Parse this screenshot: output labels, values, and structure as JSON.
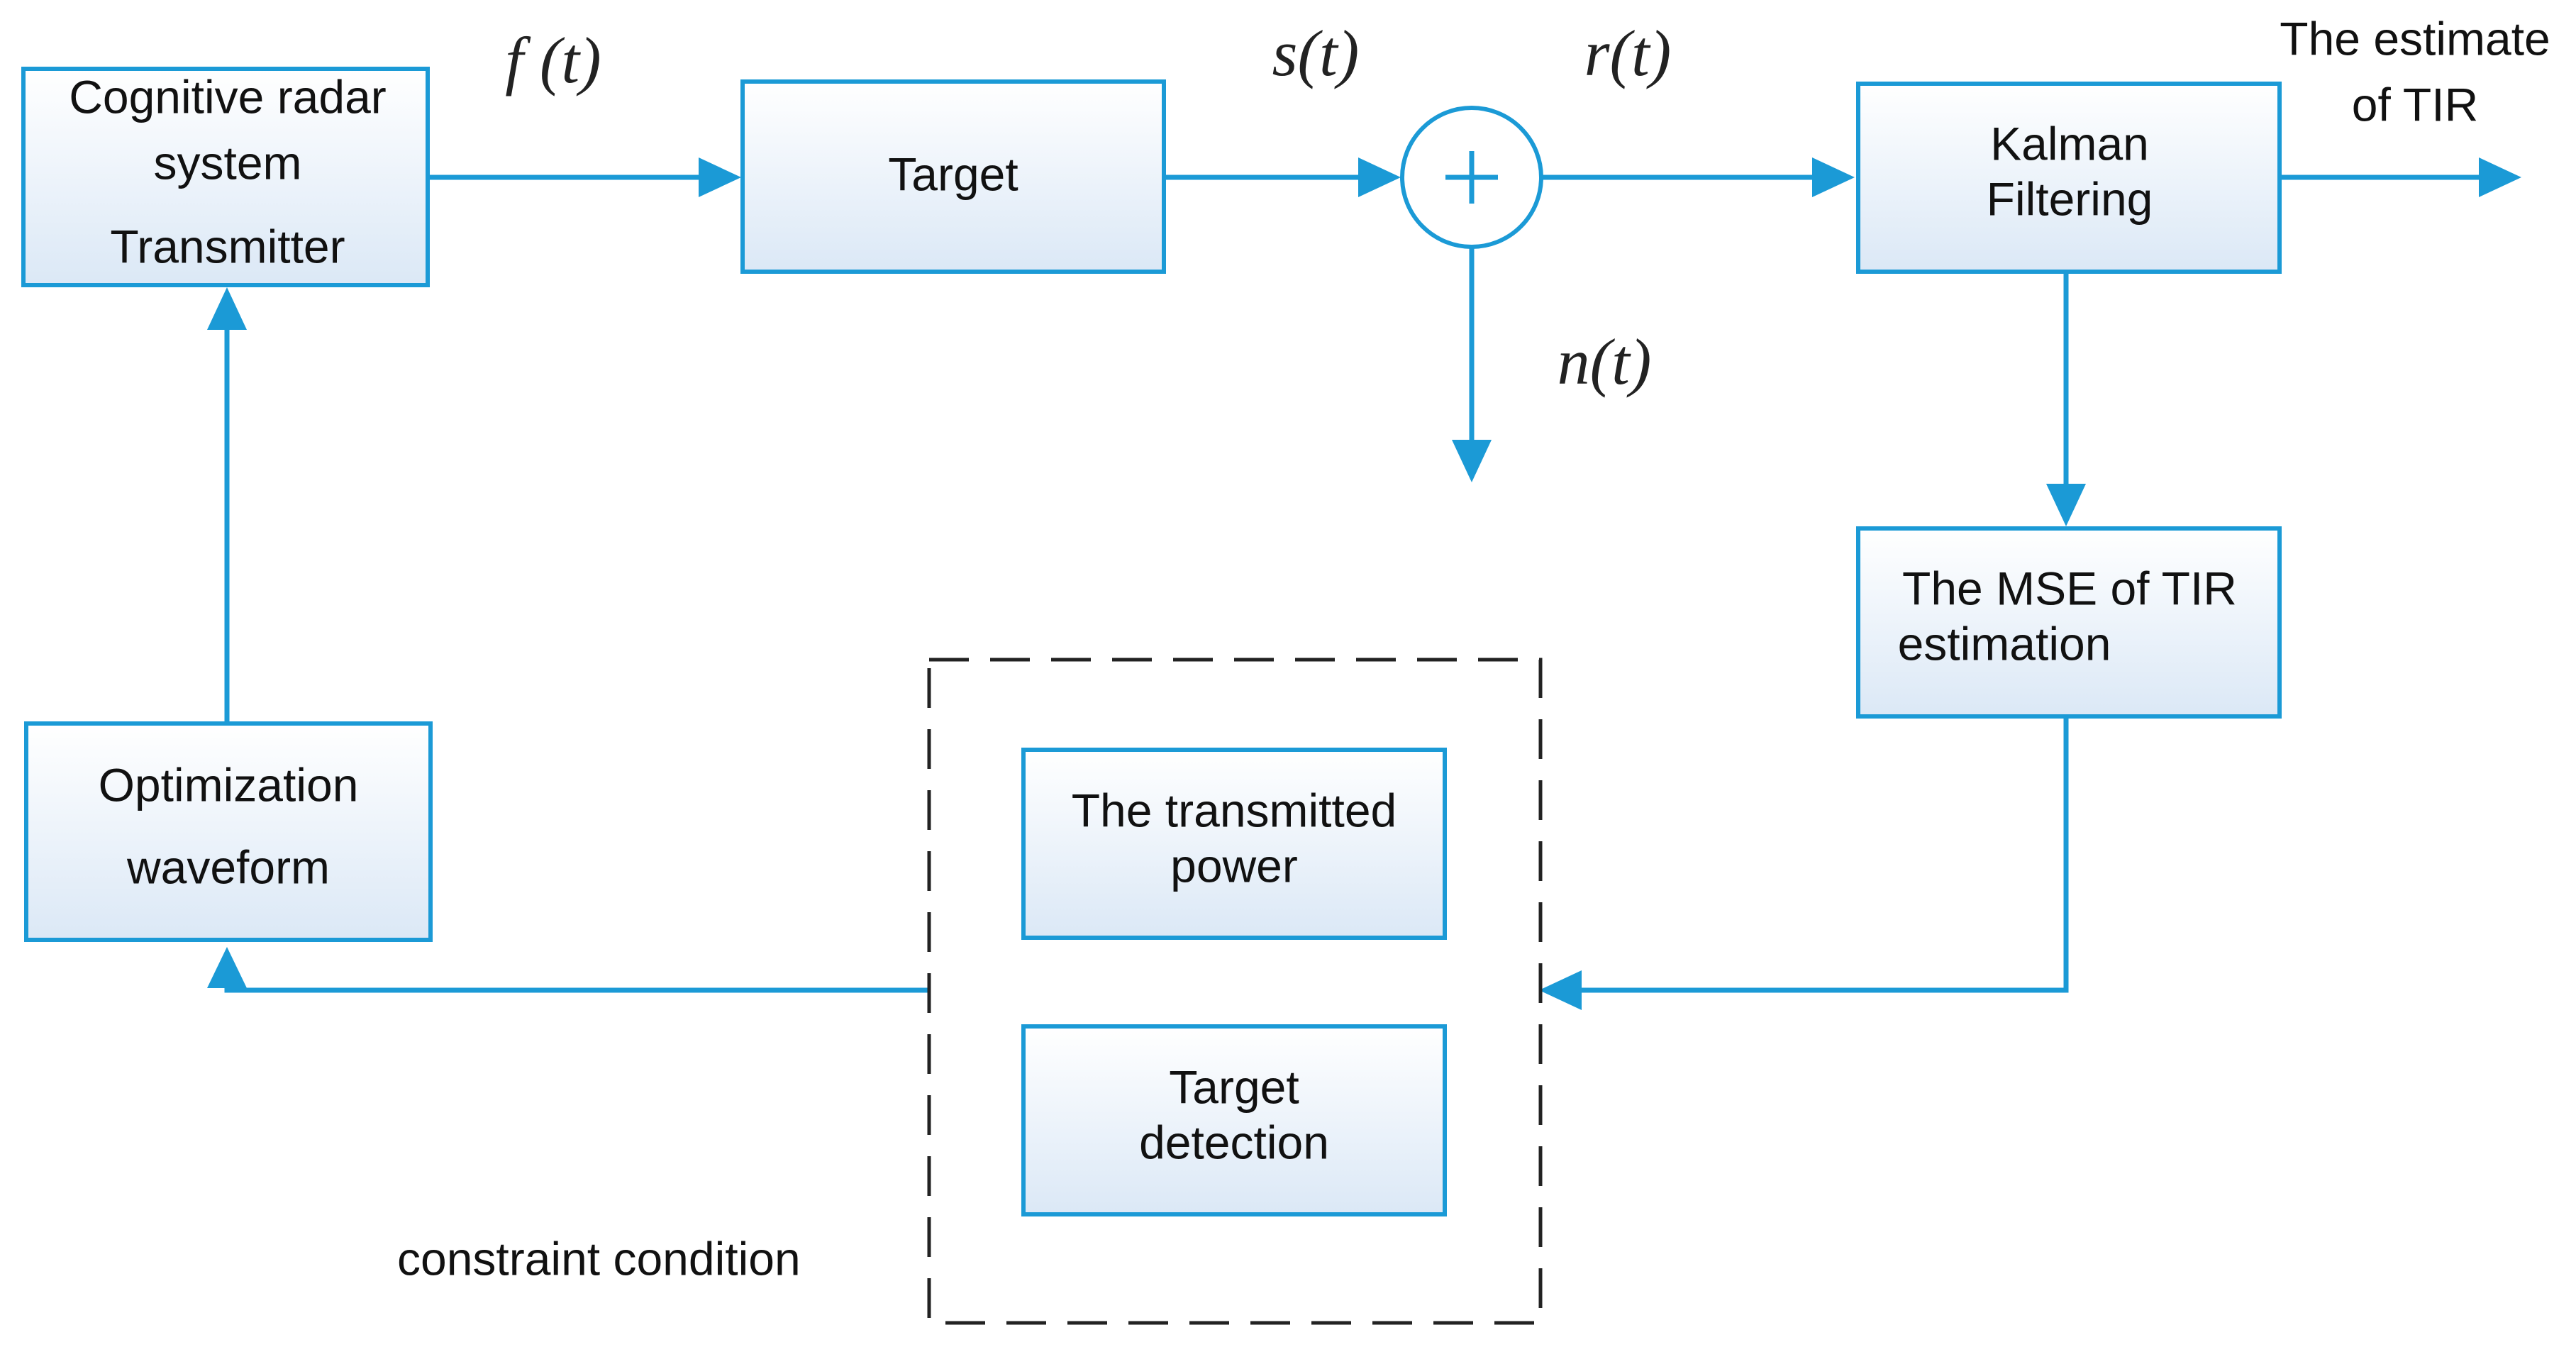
{
  "blocks": {
    "transmitter": {
      "lines": [
        "Cognitive radar",
        "system",
        "Transmitter"
      ]
    },
    "target": {
      "lines": [
        "Target"
      ]
    },
    "kalman": {
      "lines": [
        "Kalman",
        "Filtering"
      ]
    },
    "mse": {
      "lines": [
        "The  MSE  of  TIR",
        "estimation"
      ]
    },
    "optimization": {
      "lines": [
        "Optimization",
        "waveform"
      ]
    },
    "power": {
      "lines": [
        "The transmitted",
        "power"
      ]
    },
    "detection": {
      "lines": [
        "Target",
        "detection"
      ]
    }
  },
  "signals": {
    "f": "f (t)",
    "s": "s(t)",
    "r": "r(t)",
    "n": "n(t)"
  },
  "adder_symbol": "+",
  "output_label": [
    "The estimate",
    "of TIR"
  ],
  "constraint_label": "constraint condition",
  "colors": {
    "accent": "#1b9ad6",
    "block_fill_top": "#ffffff",
    "block_fill_bottom": "#dbe8f6",
    "dashed_border": "#222222"
  }
}
